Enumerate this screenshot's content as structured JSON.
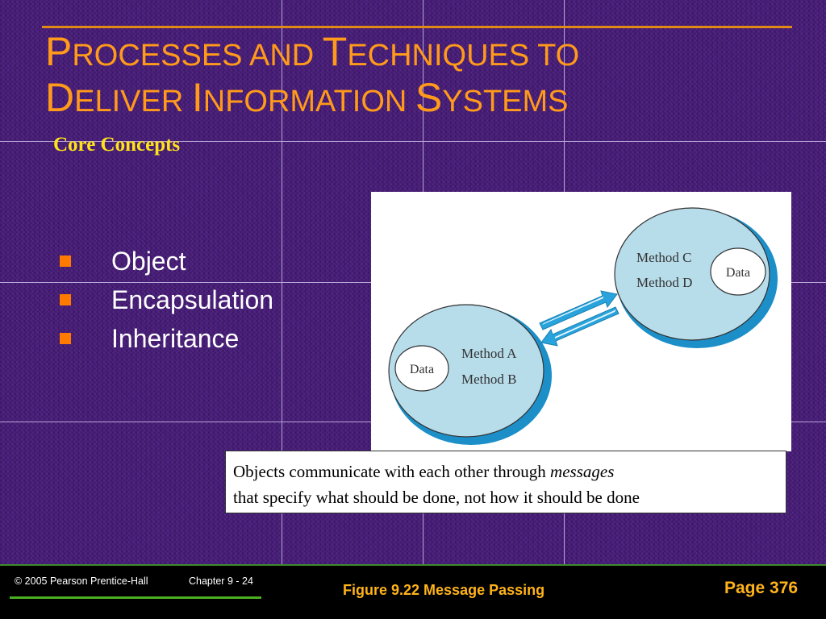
{
  "slide": {
    "title_line1_parts": [
      {
        "text": "P",
        "big": true
      },
      {
        "text": "ROCESSES AND ",
        "big": false
      },
      {
        "text": "T",
        "big": true
      },
      {
        "text": "ECHNIQUES TO",
        "big": false
      }
    ],
    "title_line2_parts": [
      {
        "text": "D",
        "big": true
      },
      {
        "text": "ELIVER ",
        "big": false
      },
      {
        "text": "I",
        "big": true
      },
      {
        "text": "NFORMATION ",
        "big": false
      },
      {
        "text": "S",
        "big": true
      },
      {
        "text": "YSTEMS",
        "big": false
      }
    ],
    "subtitle": "Core Concepts",
    "bullets": [
      "Object",
      "Encapsulation",
      "Inheritance"
    ]
  },
  "figure": {
    "left_object": {
      "data_label": "Data",
      "methods": [
        "Method A",
        "Method B"
      ]
    },
    "right_object": {
      "data_label": "Data",
      "methods": [
        "Method C",
        "Method D"
      ]
    }
  },
  "caption": {
    "line1_before": "Objects communicate with each other through ",
    "line1_emphasis": "messages",
    "line2": "that specify what should be done, not how it should be done"
  },
  "footer": {
    "copyright": "© 2005  Pearson Prentice-Hall",
    "chapter": "Chapter 9 - 24",
    "figure_label": "Figure 9.22   Message Passing",
    "page_label": "Page 376"
  },
  "colors": {
    "background": "#4a1f7c",
    "title": "#ff9a1a",
    "subtitle": "#ffe21a",
    "bullet": "#ff7a00",
    "footer_text": "#ffb31a",
    "object_fill": "#b7dcea",
    "object_shadow": "#1c8fc8"
  }
}
